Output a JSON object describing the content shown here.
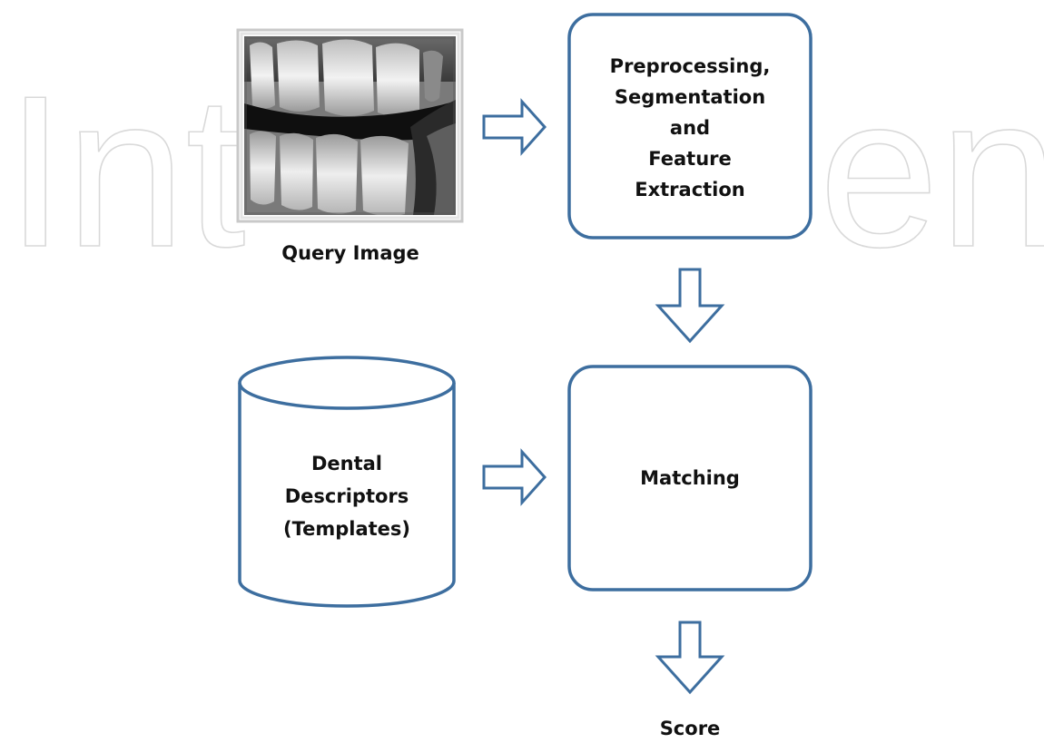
{
  "watermark": {
    "left_text": "Int",
    "right_text": "en"
  },
  "query_image": {
    "caption": "Query Image"
  },
  "boxes": {
    "preprocessing": {
      "lines": [
        "Preprocessing,",
        "Segmentation",
        "and",
        "Feature",
        "Extraction"
      ]
    },
    "matching": {
      "label": "Matching"
    }
  },
  "database": {
    "lines": [
      "Dental",
      "Descriptors",
      "(Templates)"
    ]
  },
  "output": {
    "label": "Score"
  },
  "colors": {
    "box_stroke": "#3d6e9f",
    "arrow_stroke": "#3d6e9f",
    "text": "#111111",
    "watermark": "#d9d9d9"
  }
}
